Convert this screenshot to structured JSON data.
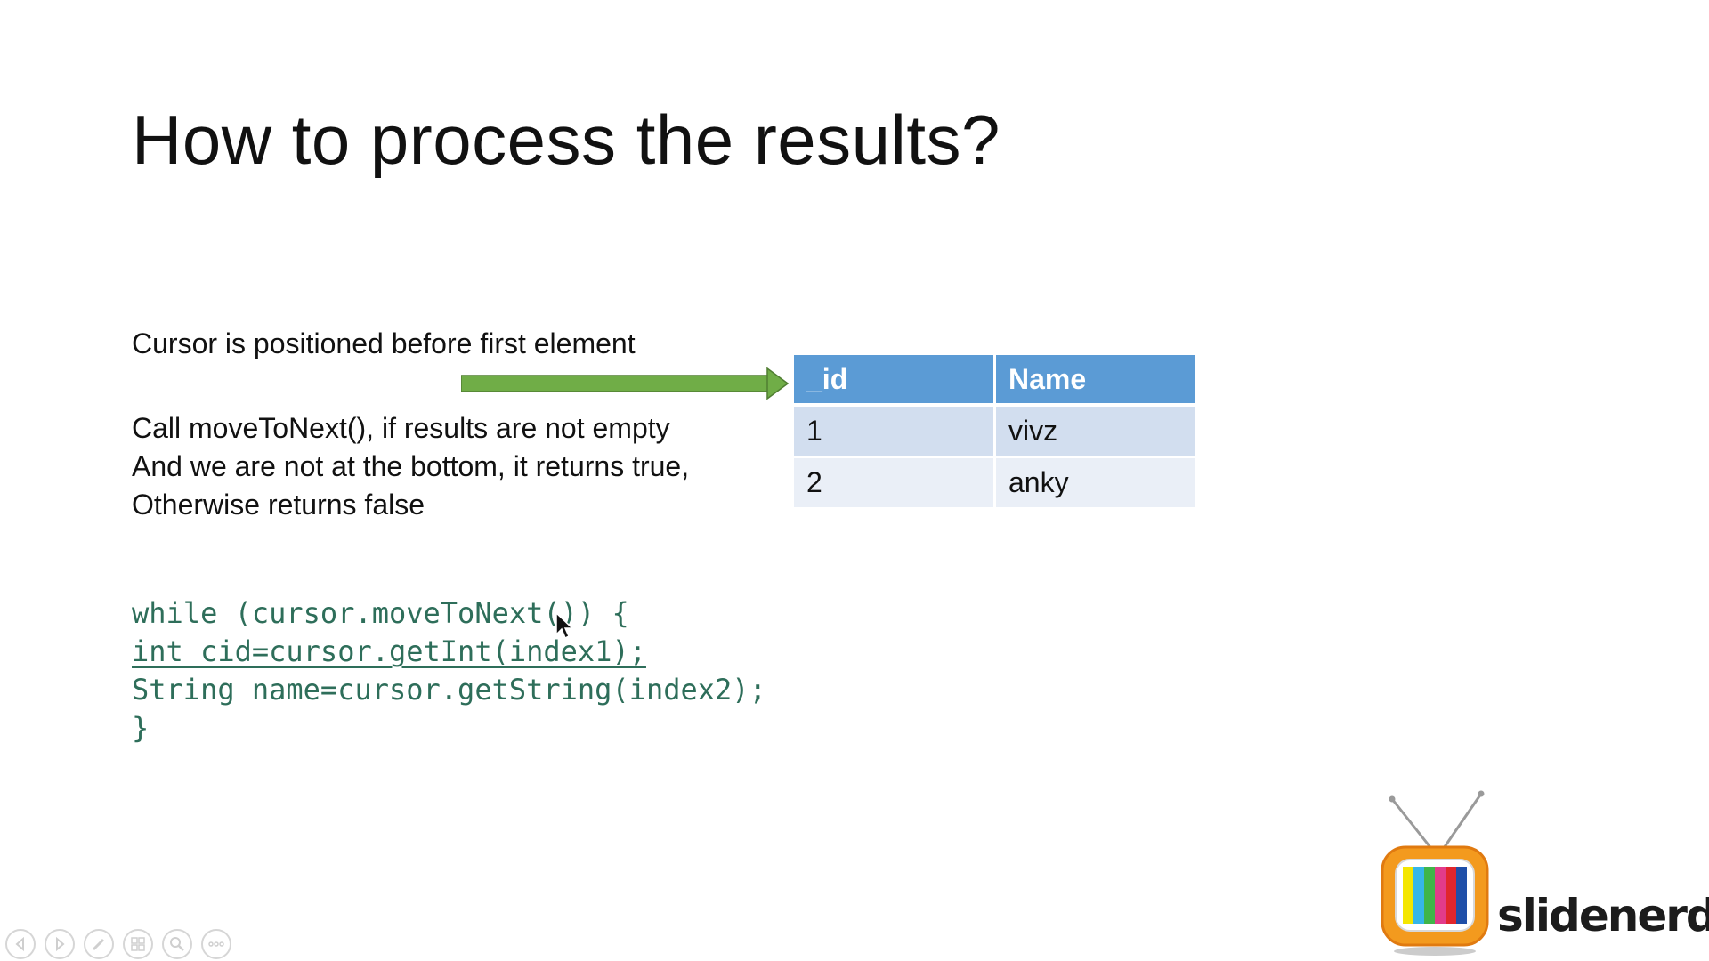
{
  "slide": {
    "title": "How to process the results?",
    "cursor_note": "Cursor is positioned before first element",
    "explanation": [
      "Call moveToNext(), if results are not empty",
      "And we are not at the bottom, it returns true,",
      "Otherwise returns false"
    ],
    "arrow_color": "#70ad47",
    "table": {
      "headers": [
        "_id",
        "Name"
      ],
      "header_color": "#5b9bd5",
      "rows": [
        [
          "1",
          "vivz"
        ],
        [
          "2",
          "anky"
        ]
      ]
    },
    "code": [
      "while (cursor.moveToNext()) {",
      "int cid=cursor.getInt(index1);",
      "String name=cursor.getString(index2);",
      "}"
    ],
    "code_color": "#2e6e5a"
  },
  "logo": {
    "text": "slidenerd",
    "icon": "tv-icon"
  },
  "presenter_controls": [
    {
      "name": "previous-slide-button",
      "icon": "arrow-left-icon"
    },
    {
      "name": "next-slide-button",
      "icon": "arrow-right-icon"
    },
    {
      "name": "pen-tool-button",
      "icon": "pen-icon"
    },
    {
      "name": "slide-sorter-button",
      "icon": "grid-icon"
    },
    {
      "name": "zoom-button",
      "icon": "magnifier-icon"
    },
    {
      "name": "more-options-button",
      "icon": "ellipsis-icon"
    }
  ]
}
